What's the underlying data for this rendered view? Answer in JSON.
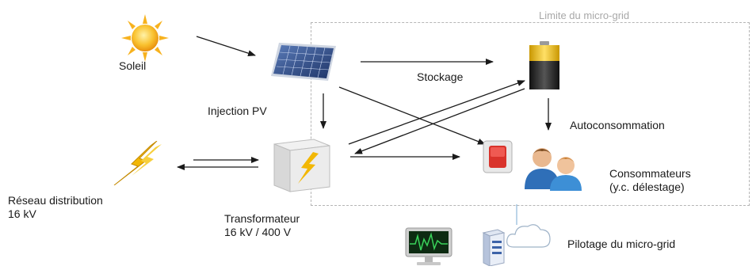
{
  "boundary": {
    "title": "Limite du micro-grid"
  },
  "nodes": {
    "sun": {
      "label": "Soleil",
      "icon": "sun-icon"
    },
    "pv": {
      "label": "Injection PV",
      "icon": "solar-panel-icon"
    },
    "battery": {
      "label": "Stockage",
      "icon": "battery-icon"
    },
    "autoconsumption": {
      "label": "Autoconsommation"
    },
    "grid": {
      "label_line1": "Réseau distribution",
      "label_line2": "16 kV",
      "icon": "lightning-bolt-icon"
    },
    "transformer": {
      "label_line1": "Transformateur",
      "label_line2": "16 kV / 400 V",
      "icon": "transformer-icon"
    },
    "breaker": {
      "icon": "switch-icon"
    },
    "consumers": {
      "label_line1": "Consommateurs",
      "label_line2": "(y.c. délestage)",
      "icon": "users-icon"
    },
    "control": {
      "label": "Pilotage du micro-grid",
      "icons": [
        "monitor-icon",
        "server-icon",
        "cloud-icon"
      ]
    }
  },
  "colors": {
    "arrow": "#1a1a1a",
    "boundary": "#b5b5b5",
    "sun": "#f7b21e",
    "bolt": "#f2b705",
    "battery_top": "#f5c400",
    "switch": "#d9332b",
    "cloud_link": "#8fb9da"
  }
}
